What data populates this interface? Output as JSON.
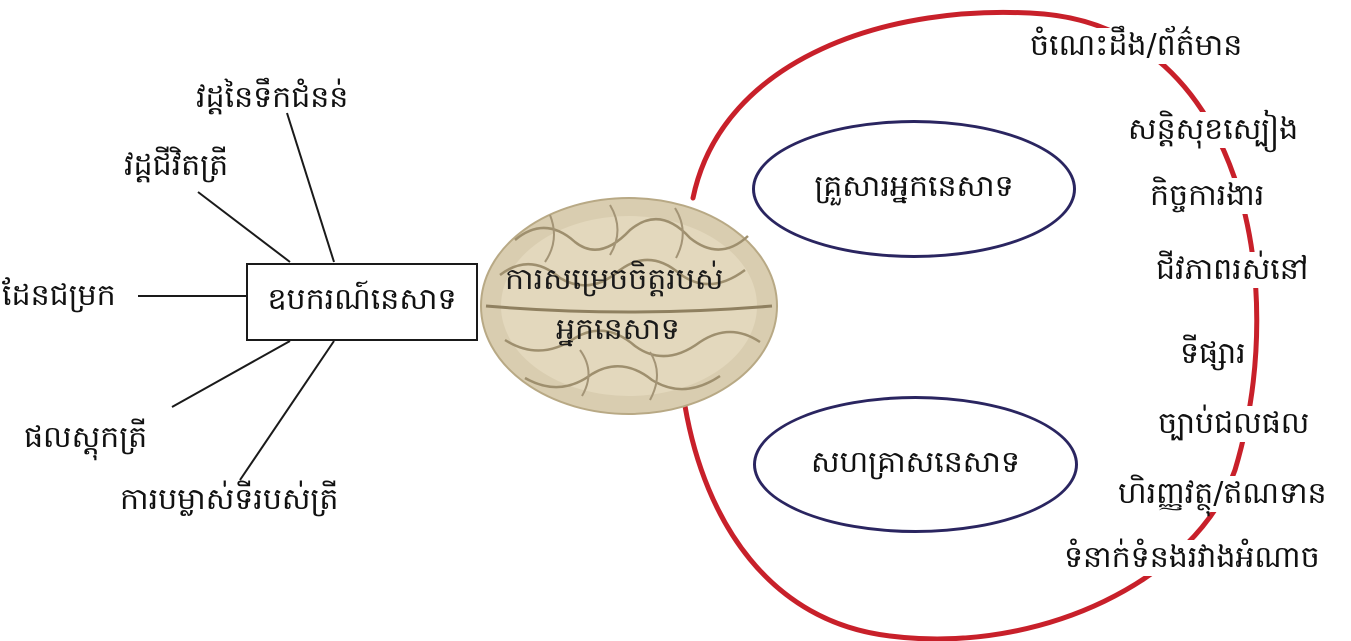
{
  "left_hub": {
    "label": "ឧបករណ៍នេសាទ",
    "items": [
      "វដ្តនៃទឹកជំនន់",
      "វដ្តជីវិតត្រី",
      "ដែនជម្រក",
      "ផលស្តុកត្រី",
      "ការបម្លាស់ទីរបស់ត្រី"
    ]
  },
  "center": {
    "line1": "ការសម្រេចចិត្តរបស់",
    "line2": "អ្នកនេសាទ"
  },
  "ellipses": {
    "top": "គ្រួសារអ្នកនេសាទ",
    "bottom": "សហគ្រាសនេសាទ"
  },
  "right_items": [
    "ចំណេះដឹង/ព័ត៌មាន",
    "សន្តិសុខស្បៀង",
    "កិច្ចការងារ",
    "ជីវភាពរស់នៅ",
    "ទីផ្សារ",
    "ច្បាប់ជលផល",
    "ហិរញ្ញវត្ថុ/ឥណទាន",
    "ទំនាក់ទំនងរវាងអំណាច"
  ],
  "colors": {
    "arc": "#c8202a",
    "ellipse": "#2a2560",
    "line": "#1a1a1a",
    "brain": "#d9cdb0"
  }
}
